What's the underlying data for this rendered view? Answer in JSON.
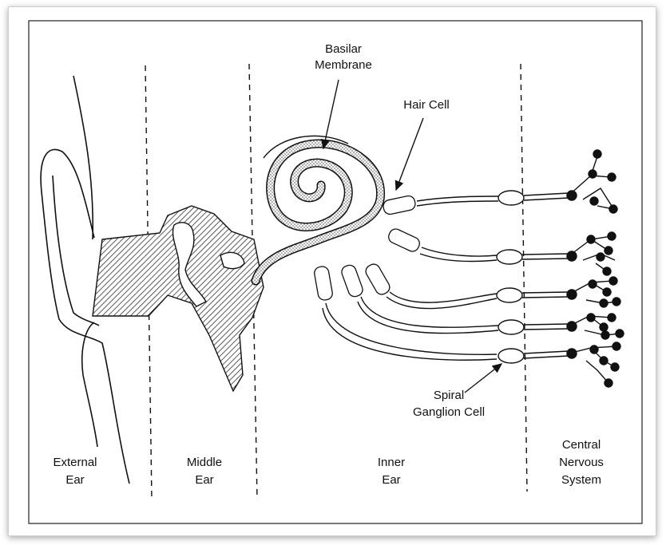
{
  "labels": {
    "basilar_1": "Basilar",
    "basilar_2": "Membrane",
    "hair_cell": "Hair Cell",
    "spiral_1": "Spiral",
    "spiral_2": "Ganglion Cell",
    "external_1": "External",
    "external_2": "Ear",
    "middle_1": "Middle",
    "middle_2": "Ear",
    "inner_1": "Inner",
    "inner_2": "Ear",
    "cns_1": "Central",
    "cns_2": "Nervous",
    "cns_3": "System"
  },
  "colors": {
    "ink": "#111111",
    "paper": "#ffffff",
    "hatch": "#333333"
  }
}
